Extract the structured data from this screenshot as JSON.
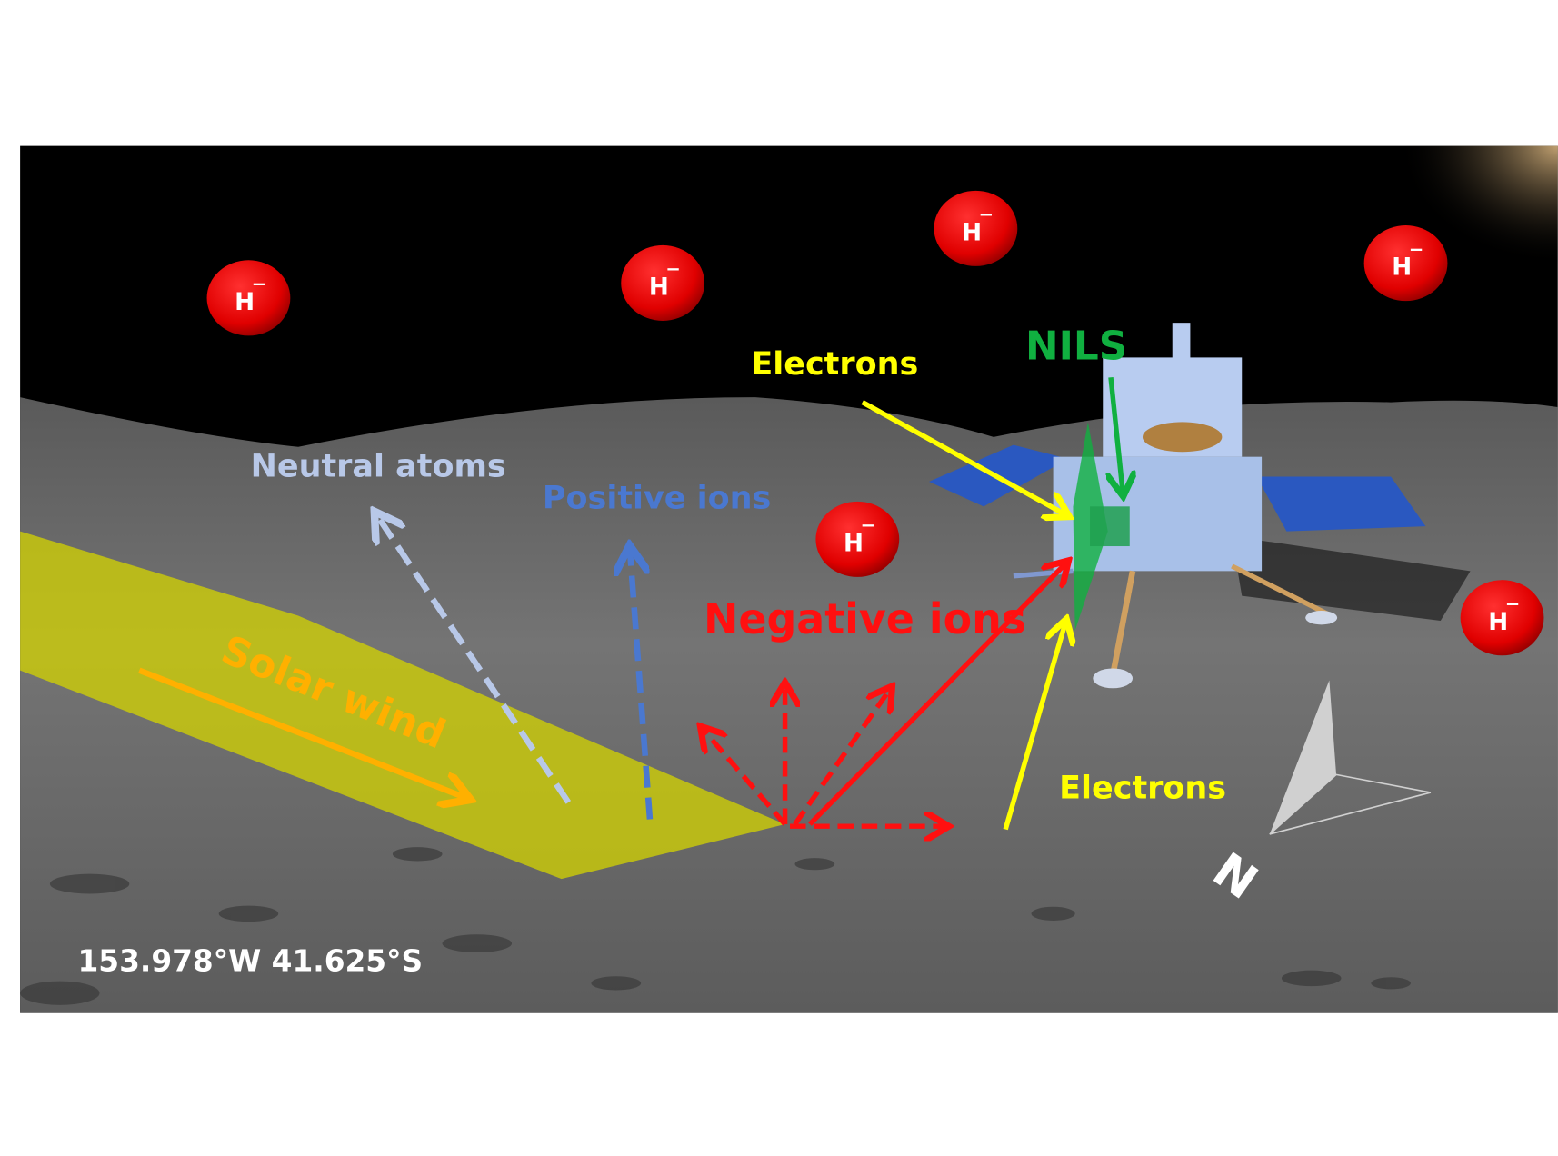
{
  "labels": {
    "neutral_atoms": "Neutral atoms",
    "positive_ions": "Positive ions",
    "negative_ions": "Negative ions",
    "electrons_top": "Electrons",
    "electrons_bottom": "Electrons",
    "nils": "NILS",
    "solar_wind": "Solar wind",
    "coordinates": "153.978°W 41.625°S",
    "north": "N"
  },
  "ion_symbol": "H",
  "ion_charge": "−",
  "colors": {
    "ion": "#e00000",
    "neutral": "#b8c8e8",
    "positive": "#4a78d0",
    "negative": "#ff1010",
    "electrons": "#ffff00",
    "nils": "#10b040",
    "solar_wind_band": "#d4d400",
    "solar_wind_arrow": "#ffb000"
  }
}
